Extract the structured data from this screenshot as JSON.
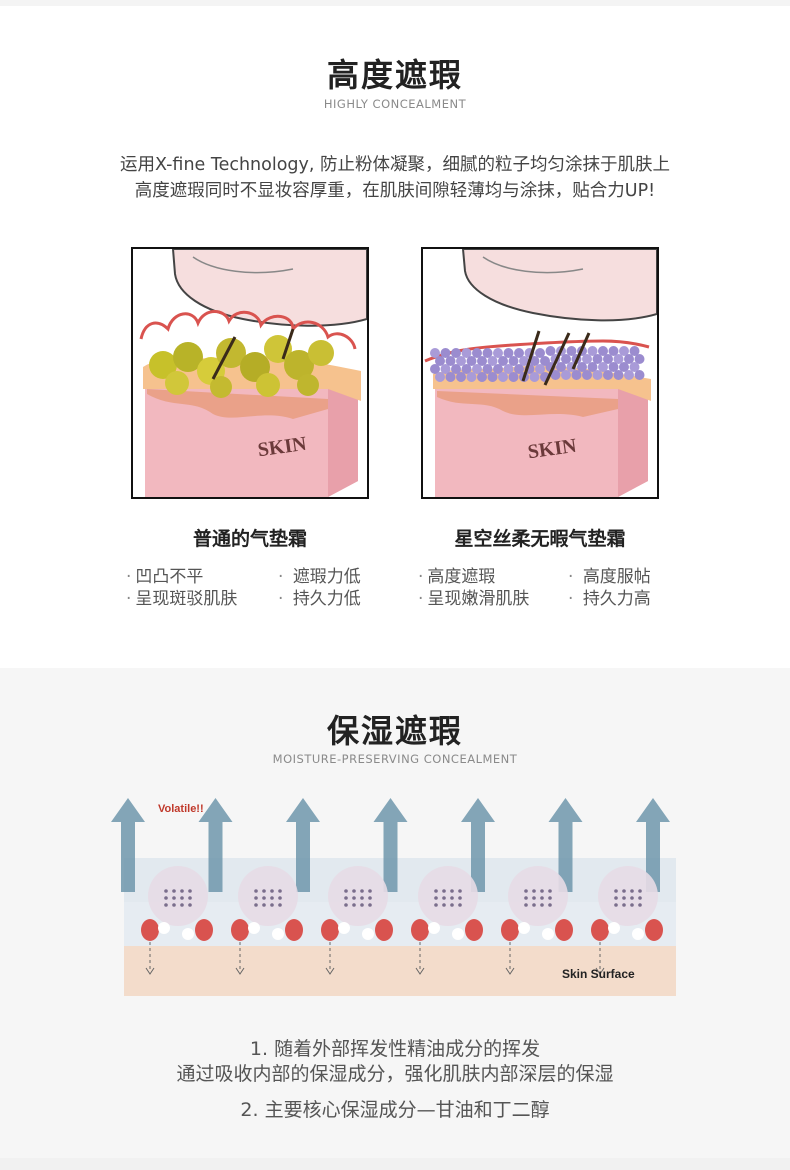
{
  "section1": {
    "title": "高度遮瑕",
    "subtitle": "HIGHLY CONCEALMENT",
    "desc_line1": "运用X-fine Technology, 防止粉体凝聚，细腻的粒子均匀涂抹于肌肤上",
    "desc_line2": "高度遮瑕同时不显妆容厚重，在肌肤间隙轻薄均与涂抹，贴合力UP!",
    "left_panel": {
      "skin_label": "SKIN",
      "caption": "普通的气垫霜",
      "bullets": [
        "凹凸不平",
        "遮瑕力低",
        "呈现斑驳肌肤",
        "持久力低"
      ]
    },
    "right_panel": {
      "skin_label": "SKIN",
      "caption": "星空丝柔无暇气垫霜",
      "bullets": [
        "高度遮瑕",
        "高度服帖",
        "呈现嫩滑肌肤",
        "持久力高"
      ]
    }
  },
  "section2": {
    "title": "保湿遮瑕",
    "subtitle": "MOISTURE-PRESERVING CONCEALMENT",
    "diagram": {
      "volatile_label": "Volatile!!",
      "skin_surface_label": "Skin Surface"
    },
    "note_line1": "1. 随着外部挥发性精油成分的挥发",
    "note_line2": "通过吸收内部的保湿成分，强化肌肤内部深层的保湿",
    "note_line3": "2. 主要核心保湿成分—甘油和丁二醇"
  },
  "colors": {
    "arrow": "#6e97ab",
    "skin_pink": "#f2b8bf",
    "skin_surface_band": "#f3dccb",
    "lip_red": "#d9534f",
    "volatile_red": "#c0392b",
    "gold_label": "#d4a017"
  }
}
